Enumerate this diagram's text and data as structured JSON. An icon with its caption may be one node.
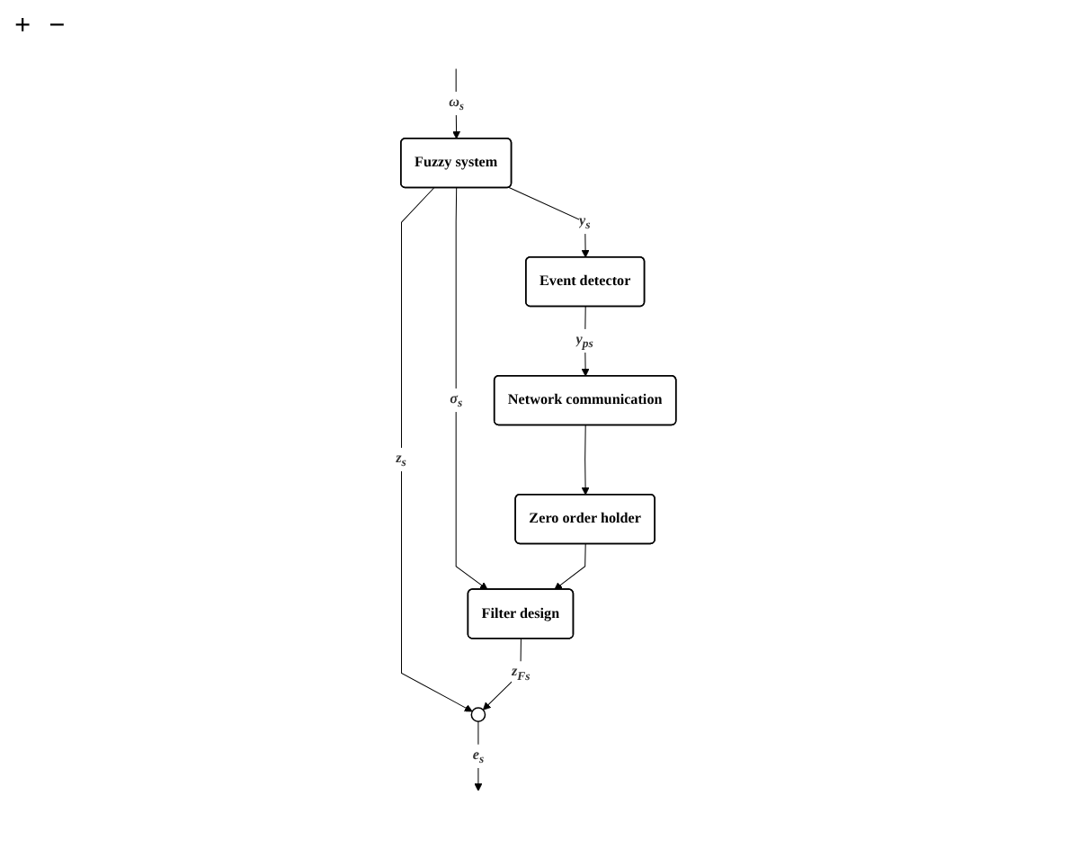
{
  "diagram": {
    "nodes": [
      {
        "text": [
          "Fuzzy system"
        ]
      },
      {
        "text": [],
        "shape": "circle"
      },
      {
        "text": [
          "Event detector"
        ]
      },
      {
        "text": [
          "Filter design"
        ]
      },
      {
        "text": [
          "Network communication"
        ]
      },
      {
        "text": [
          "Zero order holder"
        ]
      }
    ],
    "edges": [
      {
        "from": null,
        "to": 0,
        "arrow": "to",
        "label": "ω$_{s}$"
      },
      {
        "from": 0,
        "to": 1,
        "arrow": "to",
        "label": "z$_{s}$"
      },
      {
        "from": 1,
        "to": null,
        "arrow": "to",
        "label": "e$_{s}$"
      },
      {
        "from": 0,
        "to": 2,
        "arrow": "to",
        "label": "y$_{s}$"
      },
      {
        "from": 0,
        "to": 3,
        "arrow": "to",
        "label": "σ$_{s}$"
      },
      {
        "from": 3,
        "to": 1,
        "arrow": "to",
        "label": "z$_{Fs}$"
      },
      {
        "from": 2,
        "to": 4,
        "arrow": "to",
        "label": "y$_{ps}$"
      },
      {
        "from": 4,
        "to": 5,
        "arrow": "to"
      },
      {
        "from": 5,
        "to": 3,
        "arrow": "to"
      }
    ],
    "labels": [
      "+",
      "−"
    ]
  }
}
